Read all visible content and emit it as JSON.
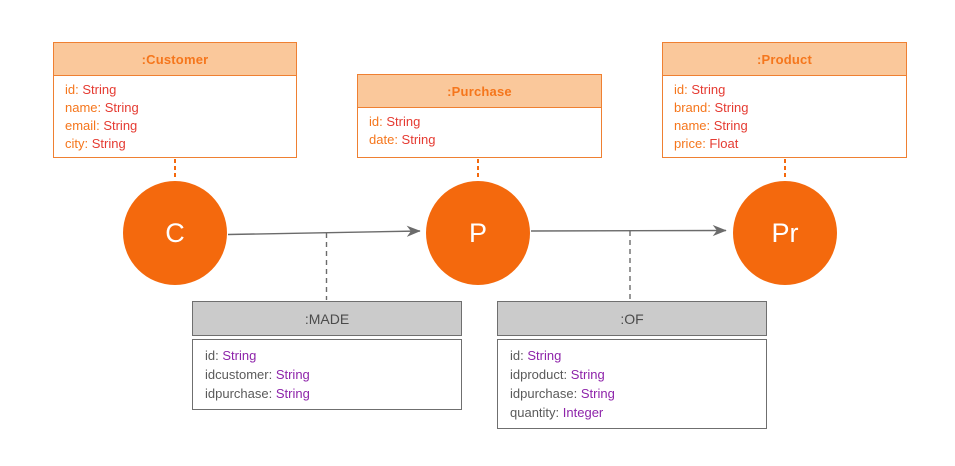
{
  "diagram": {
    "punct": {
      "kv_sep": ": "
    },
    "nodes": [
      {
        "label": ":Customer",
        "letter": "C",
        "props": [
          {
            "k": "id",
            "t": "String"
          },
          {
            "k": "name",
            "t": "String"
          },
          {
            "k": "email",
            "t": "String"
          },
          {
            "k": "city",
            "t": "String"
          }
        ]
      },
      {
        "label": ":Purchase",
        "letter": "P",
        "props": [
          {
            "k": "id",
            "t": "String"
          },
          {
            "k": "date",
            "t": "String"
          }
        ]
      },
      {
        "label": ":Product",
        "letter": "Pr",
        "props": [
          {
            "k": "id",
            "t": "String"
          },
          {
            "k": "brand",
            "t": "String"
          },
          {
            "k": "name",
            "t": "String"
          },
          {
            "k": "price",
            "t": "Float"
          }
        ]
      }
    ],
    "relationships": [
      {
        "label": ":MADE",
        "props": [
          {
            "k": "id",
            "t": "String"
          },
          {
            "k": "idcustomer",
            "t": "String"
          },
          {
            "k": "idpurchase",
            "t": "String"
          }
        ]
      },
      {
        "label": ":OF",
        "props": [
          {
            "k": "id",
            "t": "String"
          },
          {
            "k": "idproduct",
            "t": "String"
          },
          {
            "k": "idpurchase",
            "t": "String"
          },
          {
            "k": "quantity",
            "t": "Integer"
          }
        ]
      }
    ],
    "colors": {
      "node_fill": "#F4690D",
      "node_border": "#EF8032",
      "node_header_fill": "#FAC89B",
      "node_header_text": "#F5761C",
      "node_property_key": "#F5761C",
      "node_property_value": "#E53B32",
      "rel_header_fill": "#CBCBCB",
      "rel_border": "#6F6F6F",
      "rel_property_key": "#5A5A5A",
      "rel_property_value": "#8E24AA",
      "connector_line": "#6B6B6B"
    }
  }
}
